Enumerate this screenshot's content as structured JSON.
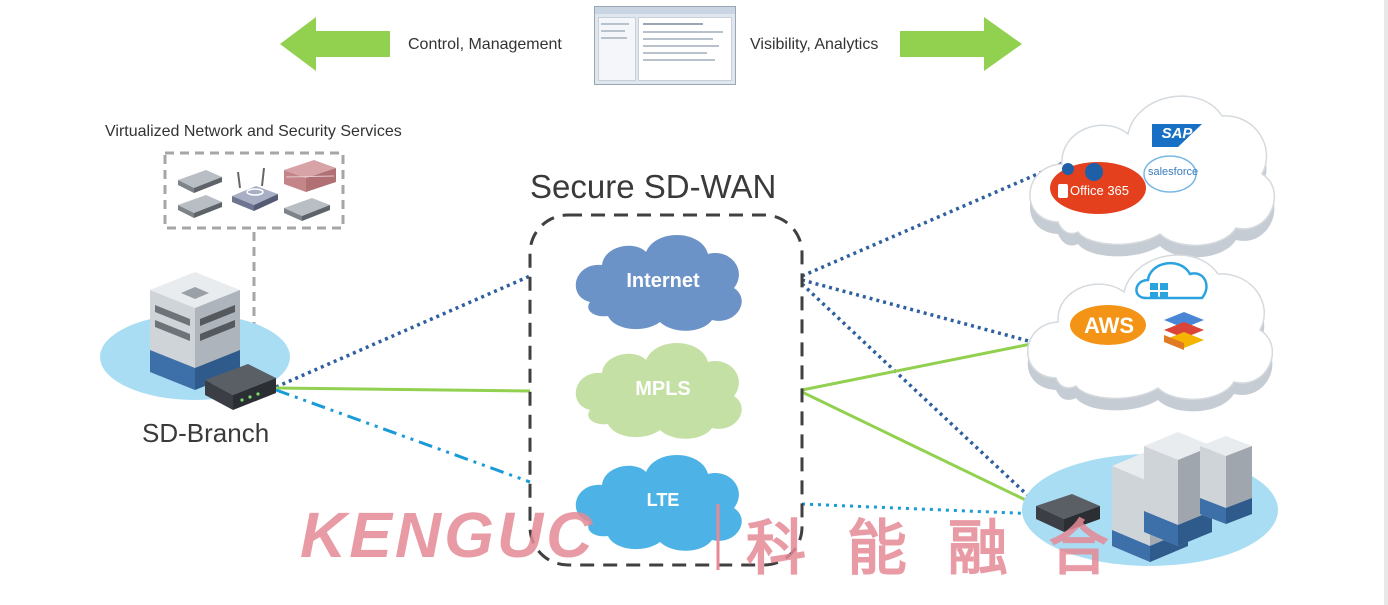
{
  "top": {
    "left_label": "Control, Management",
    "right_label": "Visibility, Analytics",
    "arrow_color": "#92d050"
  },
  "branch": {
    "services_title": "Virtualized Network and Security Services",
    "label": "SD-Branch"
  },
  "wan": {
    "title": "Secure SD-WAN",
    "clouds": [
      "Internet",
      "MPLS",
      "LTE"
    ]
  },
  "cloud_apps": {
    "saas_logos": [
      "SAP",
      "Office 365",
      "salesforce"
    ],
    "iaas_logos": [
      "AWS"
    ]
  },
  "watermark": {
    "latin": "KENGUC",
    "cjk": "科 能 融 合",
    "color": "#e58a96"
  },
  "colors": {
    "dotted_link": "#2e5f9e",
    "mpls_link": "#92d050",
    "lte_link": "#1a9ad6",
    "internet_cloud": "#6c93c7",
    "mpls_cloud": "#c5e0a5",
    "lte_cloud": "#4db3e6"
  }
}
